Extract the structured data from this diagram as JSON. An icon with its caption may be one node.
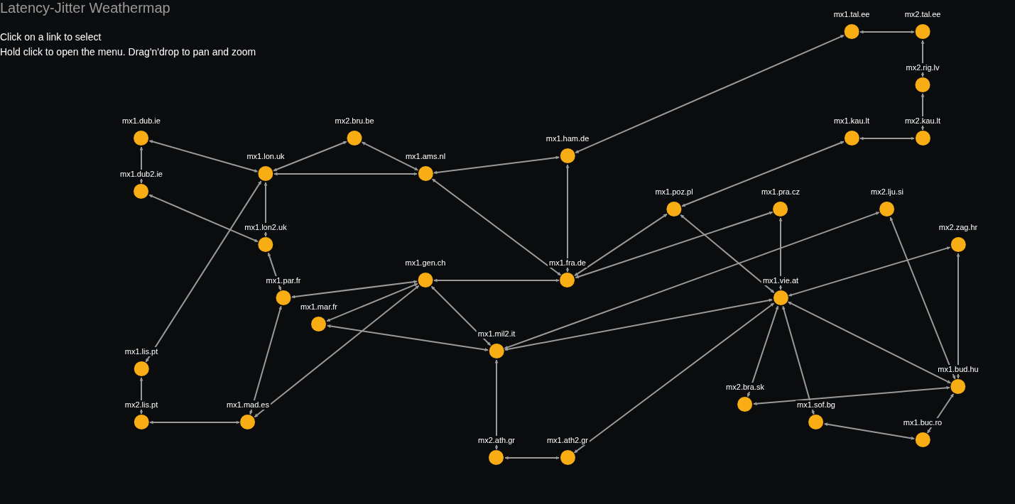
{
  "diagram": {
    "title": "Latency-Jitter Weathermap",
    "nodes": [
      {
        "text": [
          "mx1.tal.ee"
        ]
      },
      {
        "text": [
          "mx2.tal.ee"
        ]
      },
      {
        "text": [
          "mx2.rig.lv"
        ]
      },
      {
        "text": [
          "mx1.kau.lt"
        ]
      },
      {
        "text": [
          "mx2.kau.lt"
        ]
      },
      {
        "text": [
          "mx1.dub.ie"
        ]
      },
      {
        "text": [
          "mx2.bru.be"
        ]
      },
      {
        "text": [
          "mx1.ham.de"
        ]
      },
      {
        "text": [
          "mx1.lon.uk"
        ]
      },
      {
        "text": [
          "mx1.ams.nl"
        ]
      },
      {
        "text": [
          "mx1.dub2.ie"
        ]
      },
      {
        "text": [
          "mx1.poz.pl"
        ]
      },
      {
        "text": [
          "mx1.pra.cz"
        ]
      },
      {
        "text": [
          "mx2.lju.si"
        ]
      },
      {
        "text": [
          "mx1.lon2.uk"
        ]
      },
      {
        "text": [
          "mx2.zag.hr"
        ]
      },
      {
        "text": [
          "mx1.gen.ch"
        ]
      },
      {
        "text": [
          "mx1.fra.de"
        ]
      },
      {
        "text": [
          "mx1.par.fr"
        ]
      },
      {
        "text": [
          "mx1.vie.at"
        ]
      },
      {
        "text": [
          "mx1.mar.fr"
        ]
      },
      {
        "text": [
          "mx1.mil2.it"
        ]
      },
      {
        "text": [
          "mx1.lis.pt"
        ]
      },
      {
        "text": [
          "mx1.bud.hu"
        ]
      },
      {
        "text": [
          "mx2.bra.sk"
        ]
      },
      {
        "text": [
          "mx2.lis.pt"
        ]
      },
      {
        "text": [
          "mx1.mad.es"
        ]
      },
      {
        "text": [
          "mx1.sof.bg"
        ]
      },
      {
        "text": [
          "mx1.buc.ro"
        ]
      },
      {
        "text": [
          "mx2.ath.gr"
        ]
      },
      {
        "text": [
          "mx1.ath2.gr"
        ]
      }
    ],
    "edges": [
      {
        "from": 0,
        "to": 1,
        "arrow": "both"
      },
      {
        "from": 2,
        "to": 1,
        "arrow": "both"
      },
      {
        "from": 4,
        "to": 2,
        "arrow": "both"
      },
      {
        "from": 3,
        "to": 4,
        "arrow": "both"
      },
      {
        "from": 7,
        "to": 0,
        "arrow": "both"
      },
      {
        "from": 11,
        "to": 3,
        "arrow": "both"
      },
      {
        "from": 10,
        "to": 5,
        "arrow": "both"
      },
      {
        "from": 8,
        "to": 5,
        "arrow": "both"
      },
      {
        "from": 8,
        "to": 6,
        "arrow": "both"
      },
      {
        "from": 9,
        "to": 6,
        "arrow": "both"
      },
      {
        "from": 8,
        "to": 9,
        "arrow": "both"
      },
      {
        "from": 9,
        "to": 7,
        "arrow": "both"
      },
      {
        "from": 14,
        "to": 8,
        "arrow": "both"
      },
      {
        "from": 22,
        "to": 8,
        "arrow": "both"
      },
      {
        "from": 14,
        "to": 10,
        "arrow": "both"
      },
      {
        "from": 18,
        "to": 14,
        "arrow": "both"
      },
      {
        "from": 17,
        "to": 9,
        "arrow": "both"
      },
      {
        "from": 17,
        "to": 7,
        "arrow": "both"
      },
      {
        "from": 17,
        "to": 11,
        "arrow": "both"
      },
      {
        "from": 17,
        "to": 12,
        "arrow": "both"
      },
      {
        "from": 16,
        "to": 17,
        "arrow": "both"
      },
      {
        "from": 18,
        "to": 16,
        "arrow": "both"
      },
      {
        "from": 20,
        "to": 16,
        "arrow": "both"
      },
      {
        "from": 26,
        "to": 16,
        "arrow": "both"
      },
      {
        "from": 21,
        "to": 16,
        "arrow": "both"
      },
      {
        "from": 20,
        "to": 21,
        "arrow": "both"
      },
      {
        "from": 21,
        "to": 13,
        "arrow": "both"
      },
      {
        "from": 21,
        "to": 19,
        "arrow": "both"
      },
      {
        "from": 19,
        "to": 11,
        "arrow": "both"
      },
      {
        "from": 19,
        "to": 12,
        "arrow": "both"
      },
      {
        "from": 19,
        "to": 15,
        "arrow": "both"
      },
      {
        "from": 23,
        "to": 19,
        "arrow": "both"
      },
      {
        "from": 24,
        "to": 19,
        "arrow": "both"
      },
      {
        "from": 27,
        "to": 19,
        "arrow": "both"
      },
      {
        "from": 30,
        "to": 19,
        "arrow": "both"
      },
      {
        "from": 23,
        "to": 13,
        "arrow": "both"
      },
      {
        "from": 23,
        "to": 15,
        "arrow": "both"
      },
      {
        "from": 23,
        "to": 24,
        "arrow": "both"
      },
      {
        "from": 28,
        "to": 23,
        "arrow": "both"
      },
      {
        "from": 27,
        "to": 28,
        "arrow": "both"
      },
      {
        "from": 26,
        "to": 18,
        "arrow": "both"
      },
      {
        "from": 25,
        "to": 22,
        "arrow": "both"
      },
      {
        "from": 25,
        "to": 26,
        "arrow": "both"
      },
      {
        "from": 29,
        "to": 21,
        "arrow": "both"
      },
      {
        "from": 29,
        "to": 30,
        "arrow": "both"
      }
    ],
    "labels": [
      "Click on a link to select",
      "Hold click to open the menu. Drag'n'drop to pan and zoom"
    ]
  }
}
